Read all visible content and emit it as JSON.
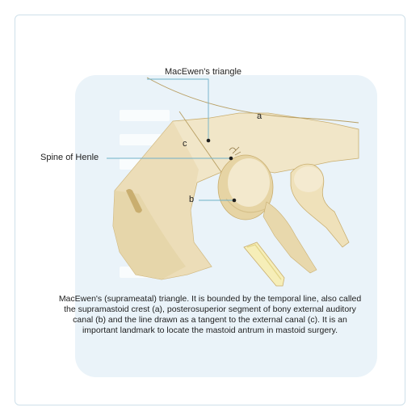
{
  "labels": {
    "triangle": "MacEwen's triangle",
    "spine": "Spine of Henle",
    "a": "a",
    "b": "b",
    "c": "c"
  },
  "caption": "MacEwen's (suprameatal) triangle. It is bounded by the temporal line, also called the supramastoid crest (a), posterosuperior segment of bony external auditory canal (b) and the line drawn as a tangent to the external canal (c). It is an important landmark to locate the mastoid antrum in mastoid surgery.",
  "colors": {
    "bone": "#f1e6c8",
    "bone_shadow": "#e2cf9f",
    "bone_dark": "#c9ae6f",
    "leader_line": "#6fb0c8",
    "panel": "#eaf3f9",
    "border": "#cfe0ea"
  }
}
